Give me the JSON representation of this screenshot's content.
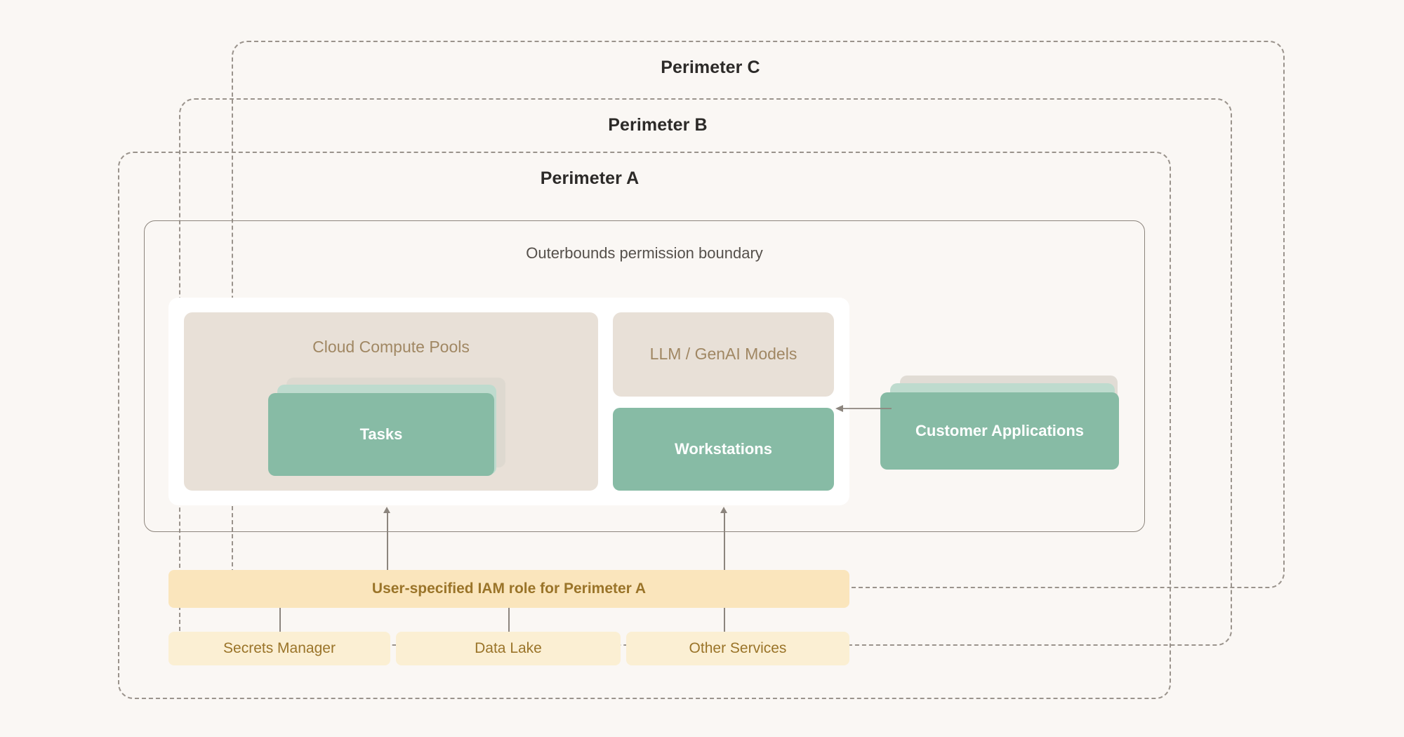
{
  "perimeters": [
    {
      "label": "Perimeter C"
    },
    {
      "label": "Perimeter B"
    },
    {
      "label": "Perimeter A"
    }
  ],
  "permission_boundary": {
    "label": "Outerbounds permission boundary"
  },
  "compute": {
    "pools_title": "Cloud Compute Pools",
    "tasks_label": "Tasks",
    "llm_models_label": "LLM / GenAI Models",
    "workstations_label": "Workstations",
    "customer_applications_label": "Customer Applications"
  },
  "iam": {
    "role_label": "User-specified IAM role for Perimeter A"
  },
  "services": [
    {
      "label": "Secrets Manager"
    },
    {
      "label": "Data Lake"
    },
    {
      "label": "Other Services"
    }
  ],
  "colors": {
    "background": "#FAF7F4",
    "green_solid": "#87BBA5",
    "green_mid": "#BEDBCE",
    "beige_card": "#E8E0D7",
    "amber_bar": "#FAE5BC",
    "amber_box": "#FBEFD3",
    "amber_text": "#9A7429",
    "brown_text": "#A08763",
    "dash_border": "#9A938C",
    "connector": "#8C857E"
  }
}
